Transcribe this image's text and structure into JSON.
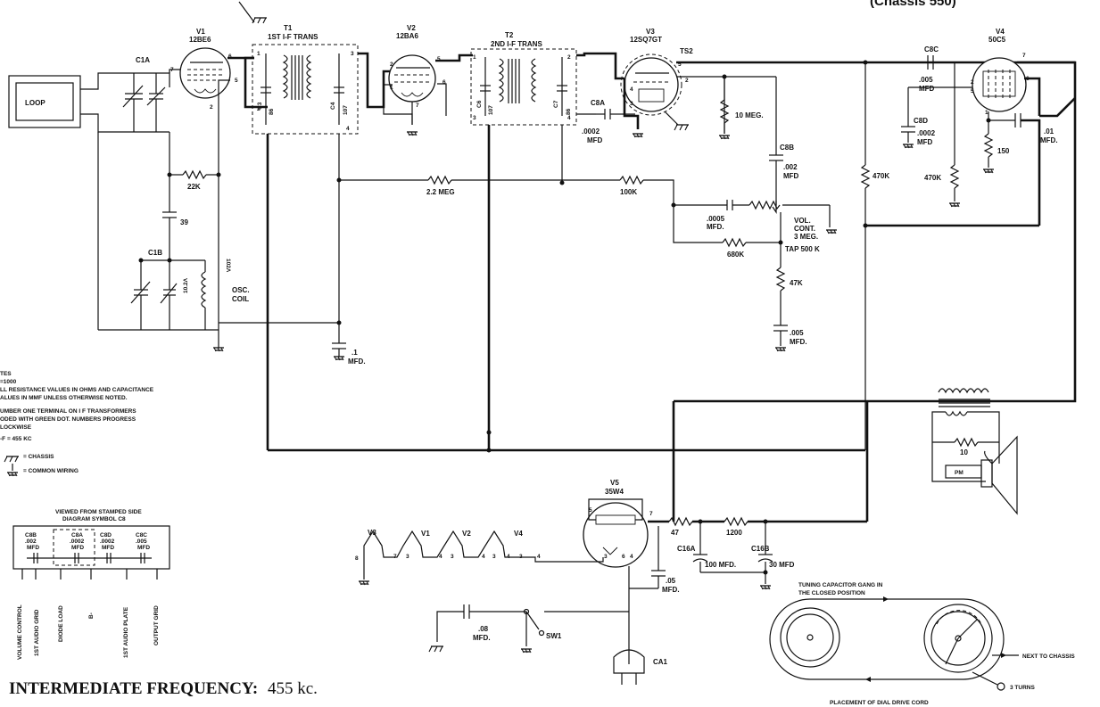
{
  "header": {
    "chassis_note": "(Chassis 550)"
  },
  "tubes": {
    "v1": {
      "ref": "V1",
      "type": "12BE6"
    },
    "v2": {
      "ref": "V2",
      "type": "12BA6"
    },
    "v3": {
      "ref": "V3",
      "type": "12SQ7GT"
    },
    "v4": {
      "ref": "V4",
      "type": "50C5"
    },
    "v5": {
      "ref": "V5",
      "type": "35W4"
    }
  },
  "transformers": {
    "t1": {
      "ref": "T1",
      "name": "1ST I-F TRANS"
    },
    "t2": {
      "ref": "T2",
      "name": "2ND I-F TRANS"
    },
    "ts2": "TS2"
  },
  "components": {
    "loop": "LOOP",
    "c1a": "C1A",
    "c1b": "C1B",
    "c3": "C3",
    "c3_val": "86",
    "c4": "C4",
    "c4_val": "107",
    "c6": "C6",
    "c6_val": "107",
    "c7": "C7",
    "c7_val": "86",
    "c8a": "C8A",
    "c8a_val": ".0002",
    "c8a_unit": "MFD",
    "c8b": "C8B",
    "c8b_val": ".002",
    "c8b_unit": "MFD",
    "c8c": "C8C",
    "c8c_val": ".005",
    "c8c_unit": "MFD",
    "c8d": "C8D",
    "c8d_val": ".0002",
    "c8d_unit": "MFD",
    "r22k": "22K",
    "c39": "39",
    "osc_val": "10.2Λ",
    "osc_label1": "OSC.",
    "osc_label2": "COIL",
    "r_ohm": "102Λ",
    "cap_1_val": ".1",
    "cap_1_unit": "MFD.",
    "r22meg": "2.2 MEG",
    "r100k": "100K",
    "r10meg": "10 MEG.",
    "r470k_a": "470K",
    "r470k_b": "470K",
    "r150": "150",
    "c01_val": ".01",
    "c01_unit": "MFD.",
    "c0005_val": ".0005",
    "c0005_unit": "MFD.",
    "vol1": "VOL.",
    "vol2": "CONT.",
    "vol3": "3 MEG.",
    "vol4": "TAP 500 K",
    "r680k": "680K",
    "r47k": "47K",
    "c005_val": ".005",
    "c005_unit": "MFD.",
    "r47": "47",
    "r1200": "1200",
    "c16a": "C16A",
    "c16a_val": "100 MFD.",
    "c16b": "C16B",
    "c16b_val": "30 MFD",
    "c05_val": ".05",
    "c05_unit": "MFD.",
    "c08_val": ".08",
    "c08_unit": "MFD.",
    "sw1": "SW1",
    "ca1": "CA1",
    "r10": "10",
    "pm": "PM"
  },
  "pins": {
    "v1": [
      "7",
      "6",
      "2",
      "5"
    ],
    "v2": [
      "2",
      "5",
      "1",
      "7",
      "6"
    ],
    "v3": [
      "5",
      "2",
      "3",
      "4"
    ],
    "v4": [
      "7",
      "2",
      "5",
      "1",
      "6"
    ],
    "v5": [
      "5",
      "7",
      "3",
      "6",
      "4"
    ],
    "t1": [
      "1",
      "2",
      "3",
      "4"
    ],
    "t2": [
      "1",
      "2",
      "3",
      "4"
    ]
  },
  "heater_chain": {
    "labels": [
      "V3",
      "V1",
      "V2",
      "V4"
    ],
    "pins": [
      "8",
      "7",
      "3",
      "4",
      "3",
      "4",
      "3",
      "4",
      "3",
      "4"
    ]
  },
  "notes": {
    "title": "TES",
    "lines": [
      "=1000",
      "LL RESISTANCE VALUES IN OHMS AND CAPACITANCE",
      "ALUES IN MMF UNLESS OTHERWISE NOTED.",
      "UMBER ONE TERMINAL ON I F TRANSFORMERS",
      "ODED WITH GREEN DOT. NUMBERS PROGRESS",
      "LOCKWISE",
      "-F = 455 KC"
    ],
    "chassis": "= CHASSIS",
    "common": "= COMMON WIRING"
  },
  "inset": {
    "title1": "VIEWED FROM STAMPED SIDE",
    "title2": "DIAGRAM SYMBOL C8",
    "caps": [
      {
        "name": "C8B",
        "val": ".002",
        "unit": "MFD"
      },
      {
        "name": "C8A",
        "val": ".0002",
        "unit": "MFD"
      },
      {
        "name": "C8D",
        "val": ".0002",
        "unit": "MFD"
      },
      {
        "name": "C8C",
        "val": ".005",
        "unit": "MFD"
      }
    ],
    "leads": [
      "VOLUME CONTROL",
      "1ST AUDIO GRID",
      "DIODE LOAD",
      "B-",
      "1ST AUDIO PLATE",
      "OUTPUT GRID"
    ]
  },
  "footer": {
    "if_label": "INTERMEDIATE FREQUENCY:",
    "if_value": "455 kc."
  },
  "dial": {
    "title1": "TUNING CAPACITOR GANG IN",
    "title2": "THE CLOSED POSITION",
    "next": "NEXT TO CHASSIS",
    "turns": "3 TURNS",
    "caption": "PLACEMENT OF DIAL DRIVE CORD"
  }
}
